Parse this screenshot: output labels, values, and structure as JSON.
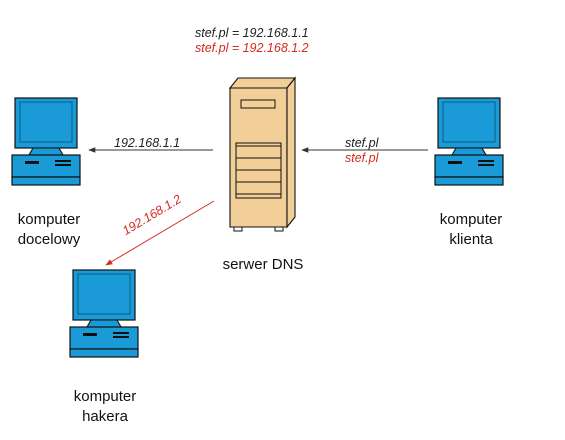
{
  "dns_records": {
    "legit": "stef.pl = 192.168.1.1",
    "spoofed": "stef.pl = 192.168.1.2"
  },
  "nodes": {
    "target": {
      "line1": "komputer",
      "line2": "docelowy"
    },
    "client": {
      "line1": "komputer",
      "line2": "klienta"
    },
    "server": {
      "label": "serwer DNS"
    },
    "hacker": {
      "line1": "komputer",
      "line2": "hakera"
    }
  },
  "arrows": {
    "to_target": "192.168.1.1",
    "to_hacker": "192.168.1.2",
    "query_legit": "stef.pl",
    "query_spoofed": "stef.pl"
  },
  "colors": {
    "spoof": "#d42a20",
    "text": "#222222",
    "monitor": "#1a9ad6",
    "server": "#f2cf98"
  },
  "icons": {
    "computer": "desktop-computer-icon",
    "server": "server-tower-icon"
  }
}
